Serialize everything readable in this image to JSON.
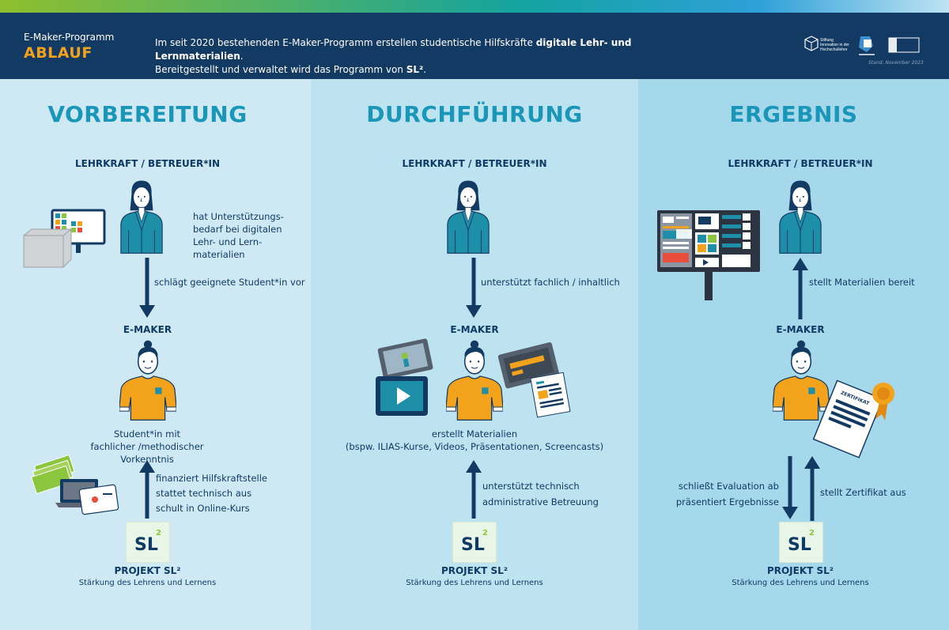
{
  "header": {
    "subtitle": "E-Maker-Programm",
    "title": "ABLAUF",
    "desc_part1": "Im seit 2020 bestehenden  E-Maker-Programm erstellen studentische Hilfskräfte ",
    "desc_bold": "digitale Lehr- und Lernmaterialien",
    "desc_part2": ".",
    "desc_line2_part1": "Bereitgestellt und verwaltet wird das Programm von ",
    "desc_line2_bold": "SL²",
    "desc_line2_part2": ".",
    "stand": "Stand: November 2023",
    "logo_stiftung_1": "Stiftung",
    "logo_stiftung_2": "Innovation in der",
    "logo_stiftung_3": "Hochschullehre"
  },
  "colors": {
    "navy": "#133a63",
    "text": "#0e3a66",
    "phase_title": "#1996b8",
    "accent_orange": "#f3a21b",
    "teacher_jacket": "#1d8fa8",
    "emaker_shirt": "#f3a21b",
    "col1_bg": "#cfe9f4",
    "col2_bg": "#bde2f0",
    "col3_bg": "#a6d8eb",
    "sl_green": "#8cc63e"
  },
  "columns": [
    {
      "phase": "VORBEREITUNG",
      "teacher_role": "LEHRKRAFT / BETREUER*IN",
      "teacher_note": [
        "hat Unterstützungs-",
        "bedarf bei digitalen",
        "Lehr- und Lern-",
        "materialien"
      ],
      "arrow_top_label": "schlägt geeignete Student*in vor",
      "emaker_role": "E-MAKER",
      "emaker_note": [
        "Student*in mit",
        "fachlicher /methodischer Vorkenntnis"
      ],
      "arrow_bottom_labels": [
        "finanziert Hilfskraftstelle",
        "stattet technisch aus",
        "schult in Online-Kurs"
      ],
      "sl_logo": "SL",
      "sl_sup": "2",
      "project_title": "PROJEKT SL²",
      "project_sub": "Stärkung des Lehrens und Lernens"
    },
    {
      "phase": "DURCHFÜHRUNG",
      "teacher_role": "LEHRKRAFT / BETREUER*IN",
      "arrow_top_label": "unterstützt fachlich / inhaltlich",
      "emaker_role": "E-MAKER",
      "emaker_note": [
        "erstellt Materialien",
        "(bspw. ILIAS-Kurse, Videos, Präsentationen, Screencasts)"
      ],
      "arrow_bottom_labels": [
        "unterstützt technisch",
        "administrative Betreuung"
      ],
      "sl_logo": "SL",
      "sl_sup": "2",
      "project_title": "PROJEKT SL²",
      "project_sub": "Stärkung des Lehrens und Lernens"
    },
    {
      "phase": "ERGEBNIS",
      "teacher_role": "LEHRKRAFT / BETREUER*IN",
      "arrow_top_label": "stellt Materialien bereit",
      "emaker_role": "E-MAKER",
      "arrow_left_labels": [
        "schließt Evaluation ab",
        "präsentiert Ergebnisse"
      ],
      "arrow_right_label": "stellt Zertifikat aus",
      "certificate_label": "ZERTIFIKAT",
      "sl_logo": "SL",
      "sl_sup": "2",
      "project_title": "PROJEKT SL²",
      "project_sub": "Stärkung des Lehrens und Lernens"
    }
  ]
}
